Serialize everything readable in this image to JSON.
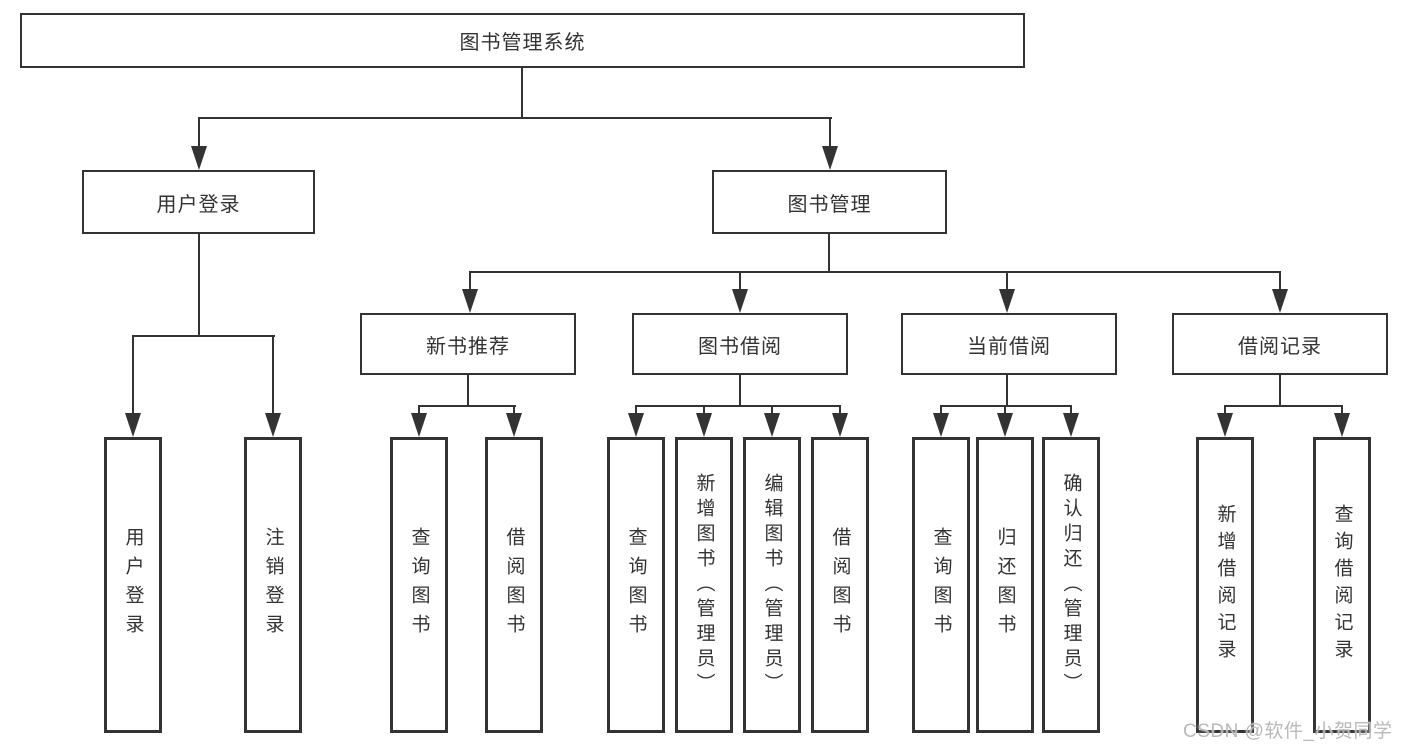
{
  "diagram_type": "functional-structure-tree",
  "colors": {
    "line": "#333333",
    "text": "#333333",
    "box_background": "#ffffff",
    "background": "#ffffff",
    "watermark": "#b9b9b9"
  },
  "tree": {
    "label": "图书管理系统",
    "children": [
      {
        "label": "用户登录",
        "children": [
          {
            "label": "用户登录"
          },
          {
            "label": "注销登录"
          }
        ]
      },
      {
        "label": "图书管理",
        "children": [
          {
            "label": "新书推荐",
            "children": [
              {
                "label": "查询图书"
              },
              {
                "label": "借阅图书"
              }
            ]
          },
          {
            "label": "图书借阅",
            "children": [
              {
                "label": "查询图书"
              },
              {
                "label": "新增图书（管理员）"
              },
              {
                "label": "编辑图书（管理员）"
              },
              {
                "label": "借阅图书"
              }
            ]
          },
          {
            "label": "当前借阅",
            "children": [
              {
                "label": "查询图书"
              },
              {
                "label": "归还图书"
              },
              {
                "label": "确认归还（管理员）"
              }
            ]
          },
          {
            "label": "借阅记录",
            "children": [
              {
                "label": "新增借阅记录"
              },
              {
                "label": "查询借阅记录"
              }
            ]
          }
        ]
      }
    ]
  },
  "watermark": {
    "text": "CSDN @软件_小贺同学"
  }
}
